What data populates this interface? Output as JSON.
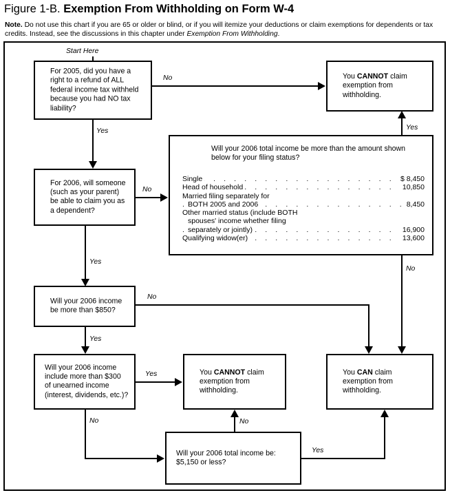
{
  "header": {
    "figure_label": "Figure 1-B.",
    "figure_title": "Exemption From Withholding on Form W-4",
    "note_lead": "Note.",
    "note_text_1": " Do not use this chart if you are 65 or older or blind, or if you will itemize your deductions or claim exemptions for dependents or tax credits. Instead, see the discussions in this chapter under ",
    "note_emphasis": "Exemption From Withholding",
    "note_text_2": "."
  },
  "chart": {
    "start_label": "Start Here",
    "nodes": {
      "q1": "For 2005, did you have a right to a refund of ALL federal income tax withheld because you had NO tax liability?",
      "cannot1_line1_pre": "You ",
      "cannot1_strong": "CANNOT",
      "cannot1_line1_post": " claim",
      "cannot1_line2": "exemption from",
      "cannot1_line3": "withholding.",
      "q2": "For 2006, will someone (such as your parent) be able to claim you as a dependent?",
      "table_question": "Will your 2006 total income be more than the amount shown below for your filing status?",
      "q3": "Will your 2006 income be more than $850?",
      "q4": "Will your 2006 income include more than $300 of unearned income (interest, dividends, etc.)?",
      "cannot2_line1_pre": "You ",
      "cannot2_strong": "CANNOT",
      "cannot2_line1_post": " claim",
      "cannot2_line2": "exemption from",
      "cannot2_line3": "withholding.",
      "can_line1_pre": "You ",
      "can_strong": "CAN",
      "can_line1_post": " claim",
      "can_line2": "exemption from",
      "can_line3": "withholding.",
      "q5_line1": "Will your 2006 total income be:",
      "q5_line2": "$5,150 or less?"
    },
    "filing_status_table": {
      "rows": [
        {
          "label": "Single",
          "amount": "$ 8,450",
          "leader": true,
          "indent": 0
        },
        {
          "label": "Head of household",
          "amount": "10,850",
          "leader": true,
          "indent": 0
        },
        {
          "label": "Married filing separately for",
          "amount": "",
          "leader": false,
          "indent": 0
        },
        {
          "label": "BOTH 2005 and 2006",
          "amount": "8,450",
          "leader": true,
          "indent": 1
        },
        {
          "label": "Other married status (include BOTH",
          "amount": "",
          "leader": false,
          "indent": 0
        },
        {
          "label": "spouses' income whether filing",
          "amount": "",
          "leader": false,
          "indent": 1
        },
        {
          "label": "separately or jointly)",
          "amount": "16,900",
          "leader": true,
          "indent": 1
        },
        {
          "label": "Qualifying widow(er)",
          "amount": "13,600",
          "leader": true,
          "indent": 0
        }
      ],
      "leader_dots": ". . . . . . . . . . . . . . . . . . . . . . . . . . . ."
    },
    "edges": {
      "q1_no": "No",
      "q1_yes": "Yes",
      "q2_no": "No",
      "q2_yes": "Yes",
      "table_yes": "Yes",
      "table_no": "No",
      "q3_no": "No",
      "q3_yes": "Yes",
      "q4_yes": "Yes",
      "q4_no": "No",
      "q5_no": "No",
      "q5_yes": "Yes"
    }
  },
  "colors": {
    "ink": "#000000",
    "paper": "#ffffff"
  }
}
